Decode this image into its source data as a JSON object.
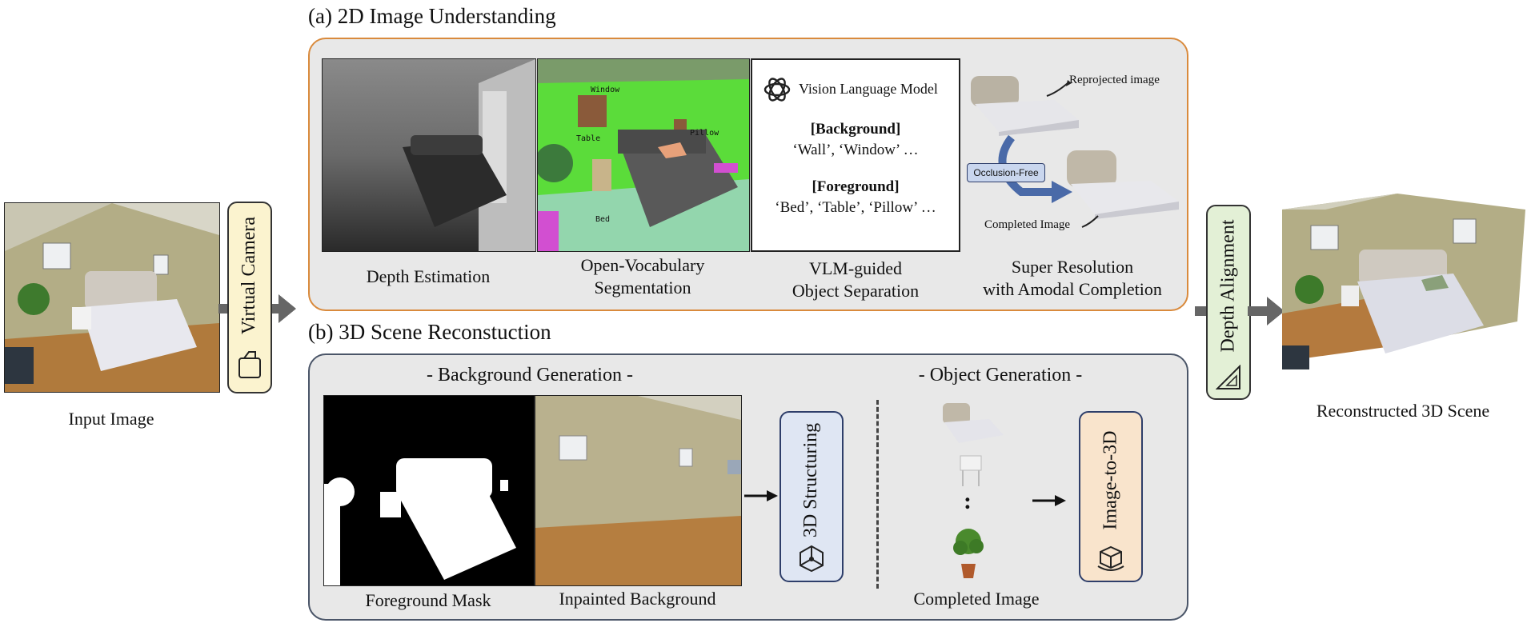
{
  "input": {
    "caption": "Input Image"
  },
  "virtual_camera": {
    "label": "Virtual Camera",
    "icon": "camera-icon"
  },
  "section_a": {
    "title": "(a) 2D Image Understanding",
    "depth": {
      "caption": "Depth Estimation"
    },
    "seg": {
      "caption_line1": "Open-Vocabulary",
      "caption_line2": "Segmentation",
      "labels": {
        "window": "Window",
        "table": "Table",
        "pillow": "Pillow",
        "bed": "Bed"
      }
    },
    "vlm": {
      "header": "Vision Language Model",
      "bg_title": "[Background]",
      "bg_items": "‘Wall’, ‘Window’ …",
      "fg_title": "[Foreground]",
      "fg_items": "‘Bed’, ‘Table’, ‘Pillow’ …",
      "caption_line1": "VLM-guided",
      "caption_line2": "Object Separation"
    },
    "sr": {
      "reprojected": "Reprojected image",
      "occlusion": "Occlusion-Free",
      "completed": "Completed Image",
      "caption_line1": "Super Resolution",
      "caption_line2": "with Amodal Completion"
    }
  },
  "section_b": {
    "title": "(b) 3D Scene Reconstuction",
    "bg_gen": "- Background Generation -",
    "obj_gen": "- Object Generation -",
    "fg_mask": "Foreground Mask",
    "inpainted": "Inpainted Background",
    "structuring": "3D Structuring",
    "completed": "Completed Image",
    "image_to_3d": "Image-to-3D",
    "dots": ":"
  },
  "depth_alignment": {
    "label": "Depth Alignment"
  },
  "output": {
    "caption": "Reconstructed 3D Scene"
  },
  "colors": {
    "panel_a_border": "#d98a3c",
    "panel_b_border": "#4a5568",
    "virtual_camera_fill": "#fbf3cf",
    "depth_alignment_fill": "#e3f0d6",
    "structuring_fill": "#dfe6f3",
    "image_to_3d_fill": "#f9e4cc",
    "occlusion_fill": "#c9d6ee",
    "seg_green": "#5bdc3a"
  }
}
